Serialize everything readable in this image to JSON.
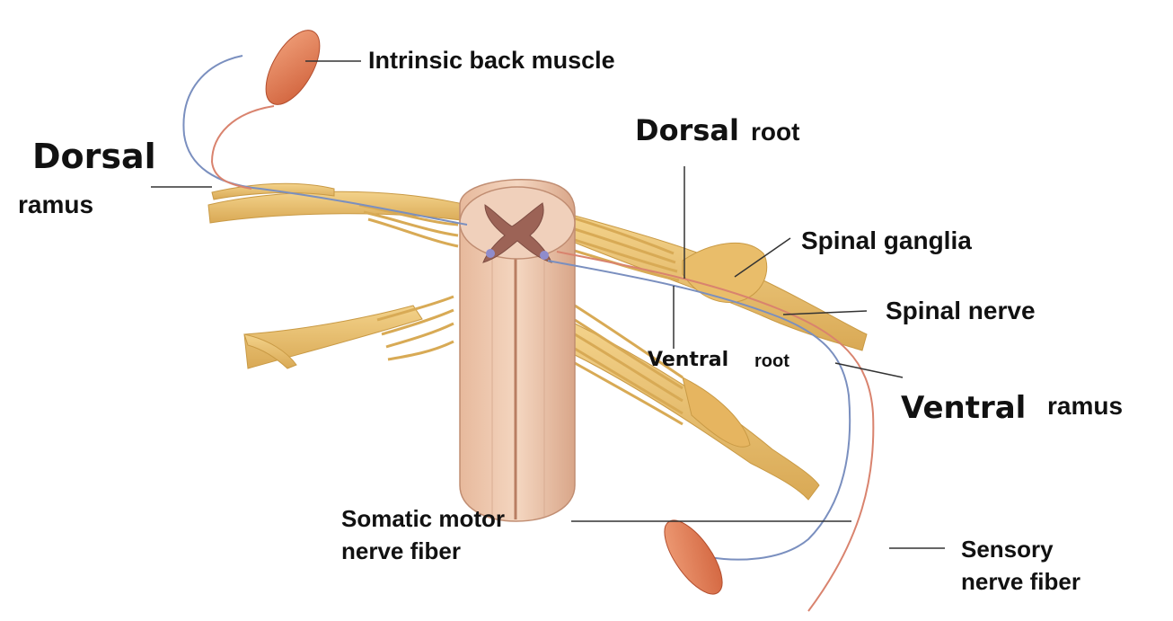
{
  "labels": {
    "intrinsic_back_muscle": "Intrinsic back muscle",
    "dorsal_ramus_a": "Dorsal",
    "dorsal_ramus_b": "ramus",
    "dorsal_root_a": "Dorsal",
    "dorsal_root_b": "root",
    "spinal_ganglia": "Spinal ganglia",
    "spinal_nerve": "Spinal nerve",
    "ventral_root_a": "Ventral",
    "ventral_root_b": "root",
    "ventral_ramus_a": "Ventral",
    "ventral_ramus_b": "ramus",
    "somatic_motor_a": "Somatic motor",
    "somatic_motor_b": "nerve fiber",
    "sensory_a": "Sensory",
    "sensory_b": "nerve fiber"
  },
  "colors": {
    "nerve": "#e8bd6a",
    "nerve_dark": "#c99a45",
    "cord": "#e9c2a6",
    "grey_matter": "#a06a5e",
    "muscle": "#e07a55",
    "motor_fiber": "#7a8fbf",
    "sensory_fiber": "#d9836e",
    "leader": "#333333"
  }
}
